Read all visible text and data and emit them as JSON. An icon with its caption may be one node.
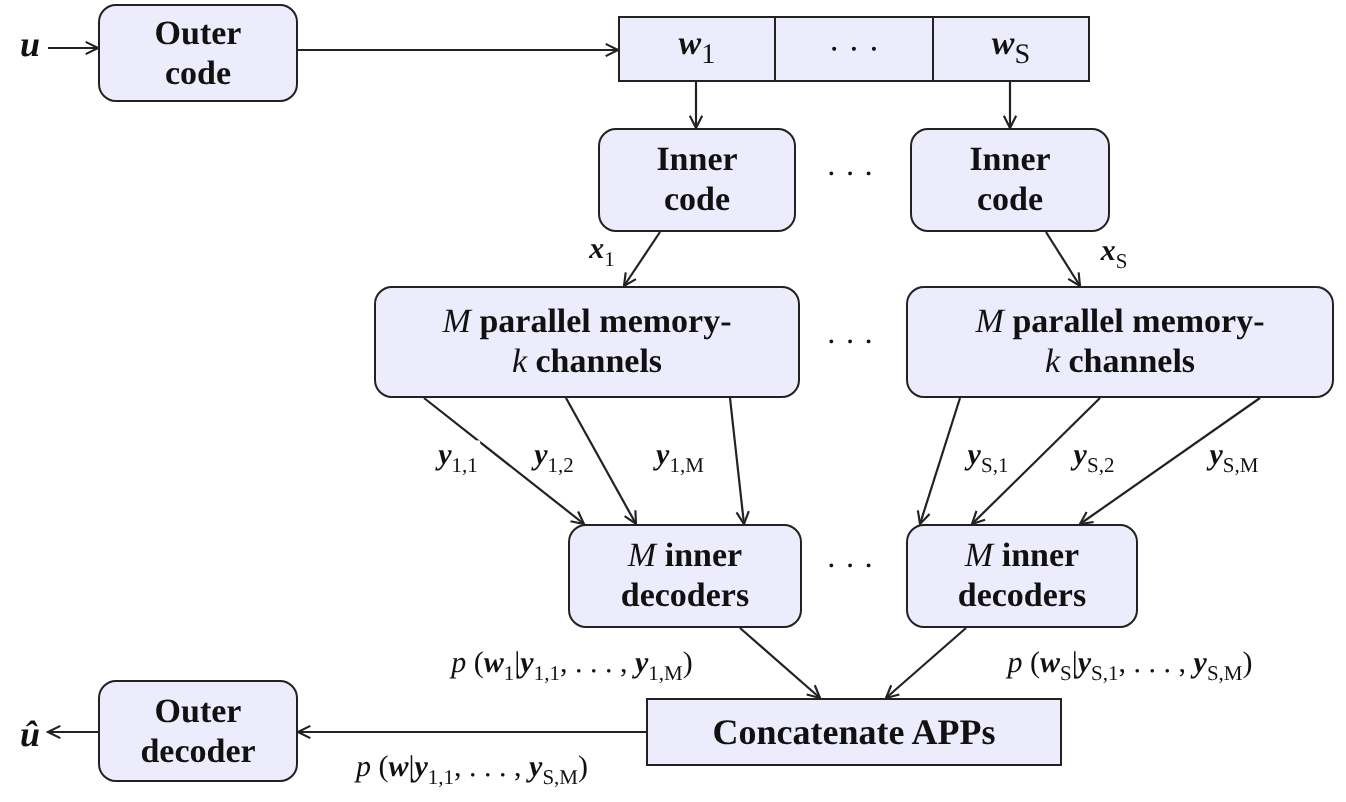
{
  "diagram": {
    "nodes": [
      {
        "text": [
          "u"
        ]
      },
      {
        "text": [
          "Outer code"
        ]
      },
      {
        "text": [
          "**w**$_{1}$"
        ]
      },
      {
        "text": [
          "· · ·"
        ]
      },
      {
        "text": [
          "**w**$_{S}$"
        ]
      },
      {
        "text": [
          "Inner code"
        ]
      },
      {
        "text": [
          "Inner code"
        ]
      },
      {
        "text": [
          "*M* parallel memory-*k* channels"
        ]
      },
      {
        "text": [
          "*M* parallel memory-*k* channels"
        ]
      },
      {
        "text": [
          "*M* inner decoders"
        ]
      },
      {
        "text": [
          "*M* inner decoders"
        ]
      },
      {
        "text": [
          "Concatenate APPs"
        ]
      },
      {
        "text": [
          "Outer decoder"
        ]
      },
      {
        "text": [
          "û"
        ]
      }
    ],
    "edges": [
      {
        "from": 0,
        "to": 1,
        "arrow": "to"
      },
      {
        "from": 1,
        "to": 2,
        "arrow": "to"
      },
      {
        "from": 2,
        "to": 5,
        "arrow": "to"
      },
      {
        "from": 4,
        "to": 6,
        "arrow": "to"
      },
      {
        "from": 5,
        "to": 7,
        "arrow": "to",
        "label": "**x**$_{1}$"
      },
      {
        "from": 6,
        "to": 8,
        "arrow": "to",
        "label": "**x**$_{S}$"
      },
      {
        "from": 7,
        "to": 9,
        "arrow": "to",
        "label": "**y**$_{1,1}$"
      },
      {
        "from": 7,
        "to": 9,
        "arrow": "to",
        "label": "**y**$_{1,2}$"
      },
      {
        "from": 7,
        "to": 9,
        "arrow": "to",
        "label": "**y**$_{1,M}$"
      },
      {
        "from": 8,
        "to": 10,
        "arrow": "to",
        "label": "**y**$_{S,1}$"
      },
      {
        "from": 8,
        "to": 10,
        "arrow": "to",
        "label": "**y**$_{S,2}$"
      },
      {
        "from": 8,
        "to": 10,
        "arrow": "to",
        "label": "**y**$_{S,M}$"
      },
      {
        "from": 9,
        "to": 11,
        "arrow": "to",
        "label": "*p* (**w**$_{1}$|**y**$_{1,1}$, . . . , **y**$_{1,M}$)"
      },
      {
        "from": 10,
        "to": 11,
        "arrow": "to",
        "label": "*p* (**w**$_{S}$|**y**$_{S,1}$, . . . , **y**$_{S,M}$)"
      },
      {
        "from": 11,
        "to": 12,
        "arrow": "to",
        "label": "*p* (**w**|**y**$_{1,1}$, . . . , **y**$_{S,M}$)"
      },
      {
        "from": 12,
        "to": 13,
        "arrow": "to"
      }
    ],
    "labels": [
      "· · ·",
      "· · ·",
      "· · ·"
    ]
  }
}
